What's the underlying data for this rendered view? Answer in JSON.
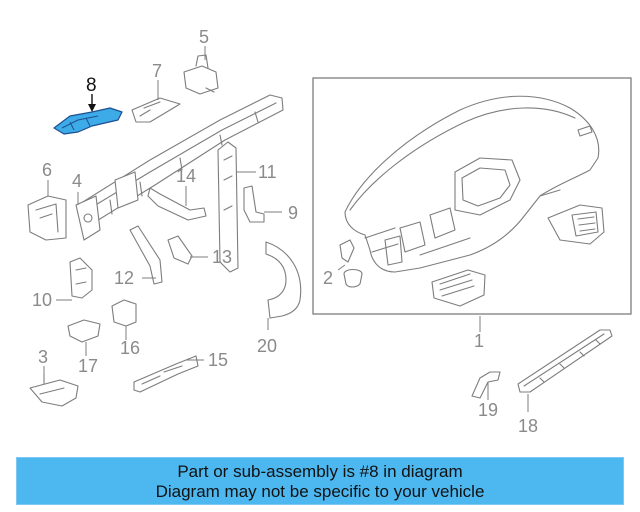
{
  "colors": {
    "highlight": "#3cabe8",
    "banner_background": "#4db8f0",
    "line": "#7d7d7d",
    "callout_text": "#8a8a8a"
  },
  "callouts": {
    "c1": "1",
    "c2": "2",
    "c3": "3",
    "c4": "4",
    "c5": "5",
    "c6": "6",
    "c7": "7",
    "c8": "8",
    "c9": "9",
    "c10": "10",
    "c11": "11",
    "c12": "12",
    "c13": "13",
    "c14": "14",
    "c15": "15",
    "c16": "16",
    "c17": "17",
    "c18": "18",
    "c19": "19",
    "c20": "20"
  },
  "highlighted_part": "8",
  "banner": {
    "line1": "Part or sub-assembly is #8 in diagram",
    "line2": "Diagram may not be specific to your vehicle"
  }
}
